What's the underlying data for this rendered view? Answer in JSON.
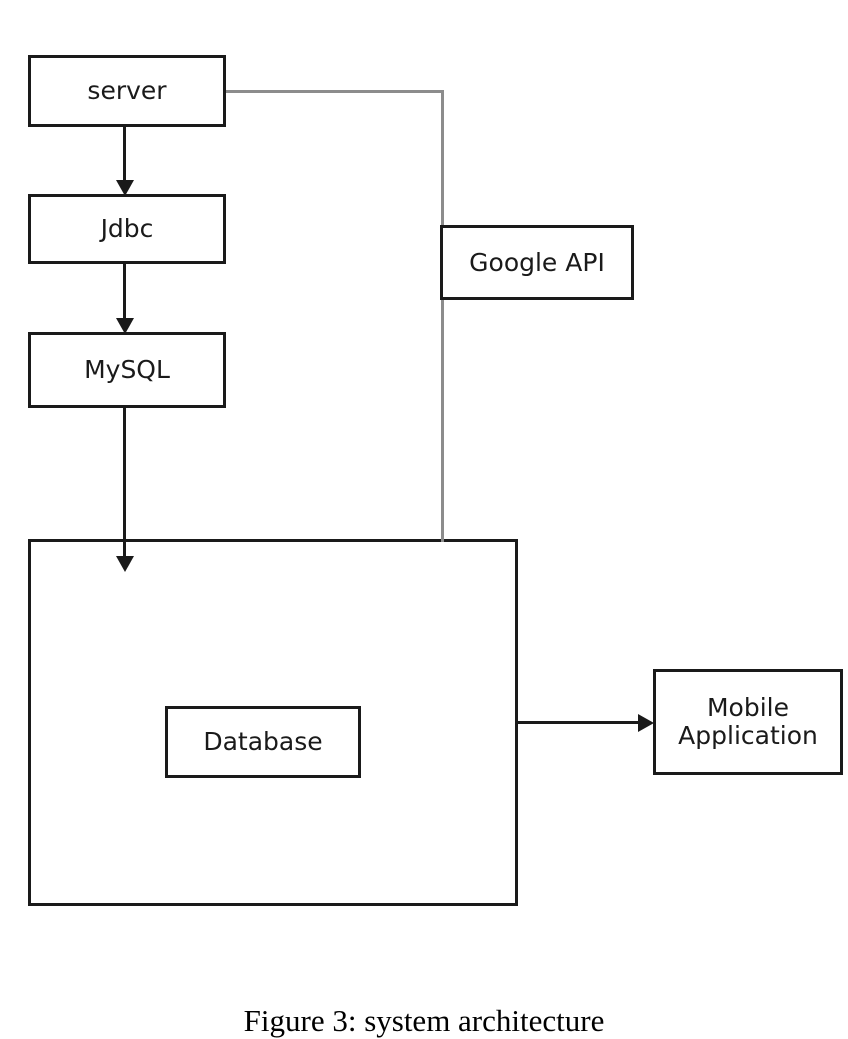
{
  "figure": {
    "caption": "Figure 3: system architecture"
  },
  "diagram": {
    "type": "block-architecture-diagram",
    "background_color": "#ffffff",
    "stroke_color": "#1a1a1a",
    "accent_stroke_color": "#8c8c8c",
    "nodes": [
      {
        "id": "server",
        "label": "server",
        "shape": "rectangle"
      },
      {
        "id": "jdbc",
        "label": "Jdbc",
        "shape": "rectangle"
      },
      {
        "id": "mysql",
        "label": "MySQL",
        "shape": "rectangle"
      },
      {
        "id": "google_api",
        "label": "Google API",
        "shape": "rectangle"
      },
      {
        "id": "container",
        "label": "",
        "shape": "rectangle"
      },
      {
        "id": "database",
        "label": "Database",
        "shape": "rectangle"
      },
      {
        "id": "mobile_app",
        "label": "Mobile\nApplication",
        "shape": "rectangle"
      }
    ],
    "edges": [
      {
        "from": "server",
        "to": "jdbc",
        "style": "arrow",
        "direction": "down"
      },
      {
        "from": "jdbc",
        "to": "mysql",
        "style": "arrow",
        "direction": "down"
      },
      {
        "from": "mysql",
        "to": "container",
        "style": "arrow",
        "direction": "down"
      },
      {
        "from": "server",
        "to": "container",
        "style": "line",
        "direction": "right-then-down",
        "color": "#8c8c8c"
      },
      {
        "from": "container",
        "to": "mobile_app",
        "style": "arrow",
        "direction": "right"
      }
    ]
  }
}
